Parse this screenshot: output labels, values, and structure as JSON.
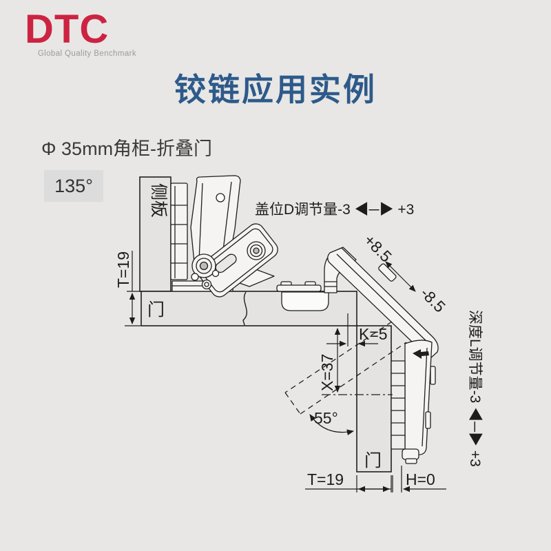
{
  "page": {
    "background": "#e8e7e5"
  },
  "logo": {
    "text": "DTC",
    "tagline": "Global Quality Benchmark",
    "color": "#cd2342",
    "tagline_color": "#9b9b9b"
  },
  "header": {
    "title": "铰链应用实例",
    "title_color": "#2d5a8a",
    "subtitle": "Φ 35mm角柜-折叠门",
    "angle_badge": "135°",
    "badge_bg": "#dcdcdc"
  },
  "diagram": {
    "line_color": "#1f1f1f",
    "panel_fill": "#e4e3e1",
    "metal_fill": "#f5f4f2",
    "labels": {
      "side_panel": "侧板",
      "door_top": "门",
      "door_right": "门",
      "thickness_top": "T=19",
      "cover_adjust": "盖位D调节量-3 ◀─▶ +3",
      "plus_offset": "+8.5",
      "minus_offset": "-8.5",
      "k_dim": "K=5",
      "x_dim": "X=37",
      "angle_55": "55°",
      "depth_adjust": "深度L调节量-3 ◀─▶ +3",
      "thickness_bottom": "T=19",
      "h_dim": "H=0"
    }
  }
}
